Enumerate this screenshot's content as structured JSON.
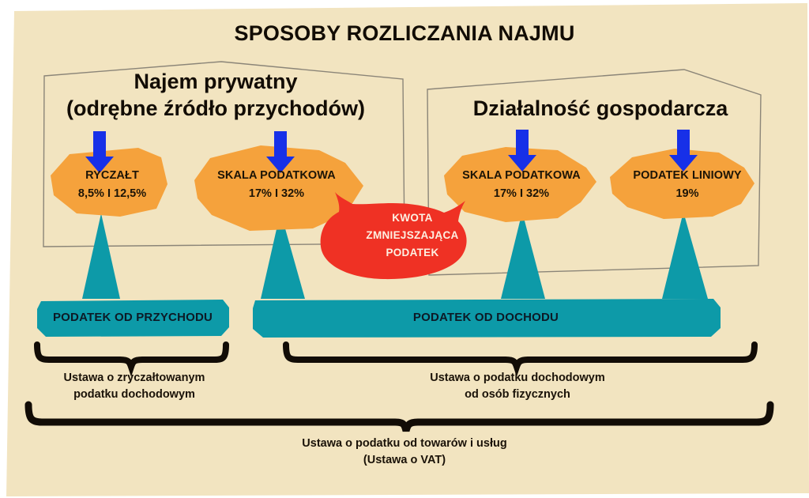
{
  "title": "SPOSOBY ROZLICZANIA NAJMU",
  "colors": {
    "background": "#f2e4c0",
    "page": "#ffffff",
    "orange": "#f5a23c",
    "teal": "#0d9aa8",
    "red": "#ef3124",
    "arrow_blue": "#1730e8",
    "outline": "#8b8578",
    "brace": "#120c06",
    "text_dark": "#1a1208",
    "text_light": "#fdf0e2"
  },
  "groups": [
    {
      "name": "private-rental",
      "heading_line1": "Najem prywatny",
      "heading_line2": "(odrębne źródło przychodów)"
    },
    {
      "name": "business-activity",
      "heading_line1": "Działalność gospodarcza",
      "heading_line2": ""
    }
  ],
  "nodes": [
    {
      "id": "ryczalt",
      "label": "RYCZAŁT",
      "rate": "8,5% I 12,5%",
      "group": "private-rental"
    },
    {
      "id": "skala-prywatny",
      "label": "SKALA PODATKOWA",
      "rate": "17% I 32%",
      "group": "private-rental"
    },
    {
      "id": "skala-dzialalnosc",
      "label": "SKALA PODATKOWA",
      "rate": "17% I 32%",
      "group": "business-activity"
    },
    {
      "id": "podatek-liniowy",
      "label": "PODATEK LINIOWY",
      "rate": "19%",
      "group": "business-activity"
    }
  ],
  "callout": {
    "line1": "KWOTA",
    "line2": "ZMNIEJSZAJĄCA",
    "line3": "PODATEK"
  },
  "banners": [
    {
      "id": "podatek-od-przychodu",
      "label": "PODATEK OD PRZYCHODU"
    },
    {
      "id": "podatek-od-dochodu",
      "label": "PODATEK OD DOCHODU"
    }
  ],
  "captions": [
    {
      "id": "ustawa-ryczalt",
      "line1": "Ustawa o zryczałtowanym",
      "line2": "podatku dochodowym"
    },
    {
      "id": "ustawa-pit",
      "line1": "Ustawa o podatku dochodowym",
      "line2": "od osób fizycznych"
    },
    {
      "id": "ustawa-vat",
      "line1": "Ustawa o podatku od towarów i usług",
      "line2": "(Ustawa o VAT)"
    }
  ],
  "icons": {
    "arrow": "down-arrow-icon",
    "brace": "curly-brace-icon",
    "callout": "speech-bubble-icon"
  }
}
